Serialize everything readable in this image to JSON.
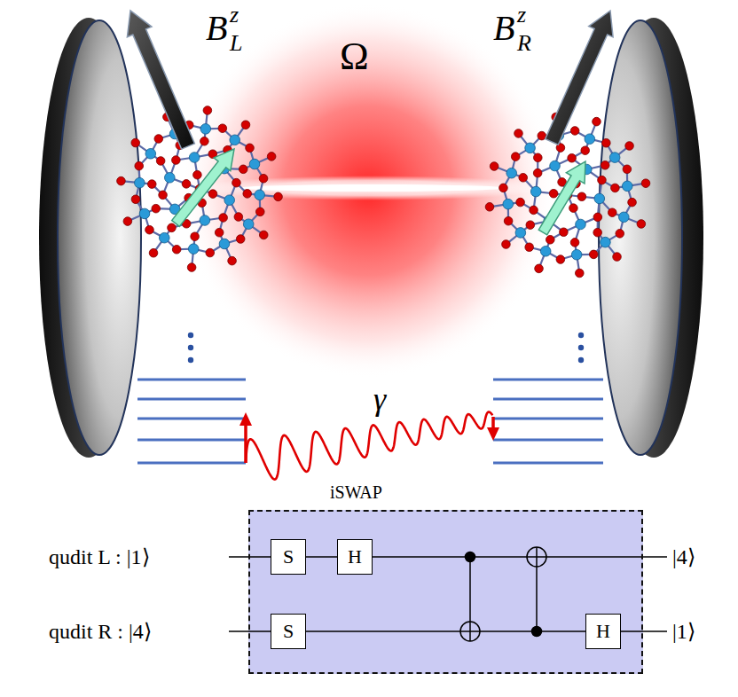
{
  "diagram": {
    "nodes": [
      {
        "text": [
          "iSWAP"
        ]
      },
      {
        "text": [
          "S"
        ],
        "in": 0
      },
      {
        "text": [
          "H"
        ],
        "in": 0
      },
      {
        "text": [
          "S"
        ],
        "in": 0
      },
      {
        "text": [
          "H"
        ],
        "in": 0
      }
    ],
    "edges": [
      {
        "from": 1,
        "to": 2,
        "arrow": "none"
      },
      {
        "from": 3,
        "to": 4,
        "arrow": "none"
      }
    ],
    "labels": [
      "B",
      "z",
      "L",
      "B",
      "z",
      "R",
      "Ω",
      "γ",
      "qudit L : |1⟩",
      "qudit R : |4⟩",
      "|4⟩",
      "|1⟩"
    ]
  }
}
